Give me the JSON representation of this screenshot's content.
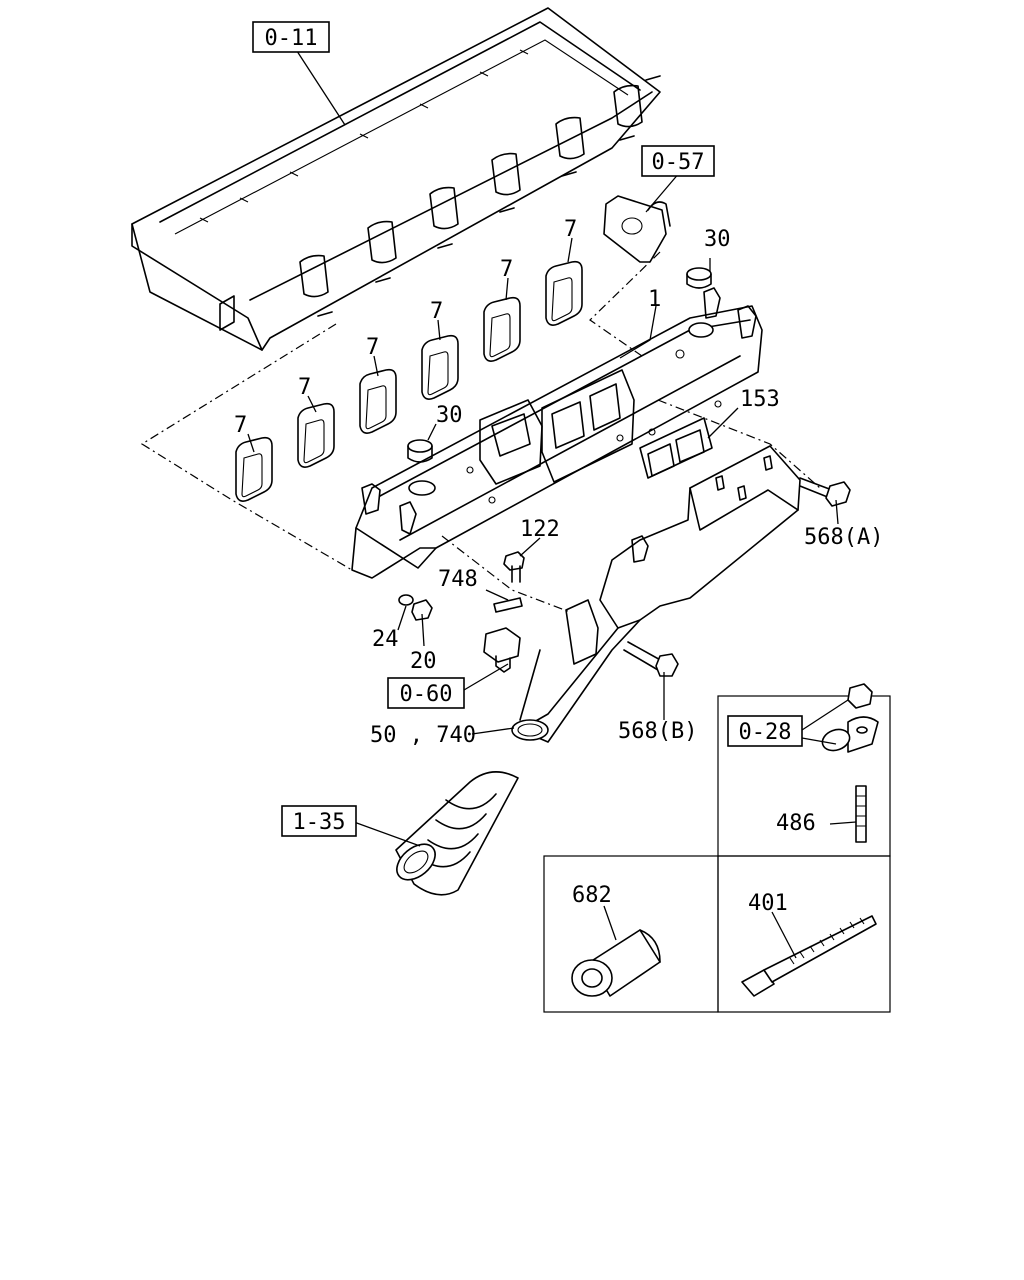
{
  "refs": {
    "r011": "0-11",
    "r057": "0-57",
    "r060": "0-60",
    "r028": "0-28",
    "r135": "1-35"
  },
  "parts": {
    "p1": "1",
    "p7a": "7",
    "p7b": "7",
    "p7c": "7",
    "p7d": "7",
    "p7e": "7",
    "p7f": "7",
    "p30a": "30",
    "p30b": "30",
    "p153": "153",
    "p122": "122",
    "p748": "748",
    "p24": "24",
    "p20": "20",
    "p568a": "568(A)",
    "p568b": "568(B)",
    "p50740": "50 , 740",
    "p486": "486",
    "p682": "682",
    "p401": "401"
  }
}
